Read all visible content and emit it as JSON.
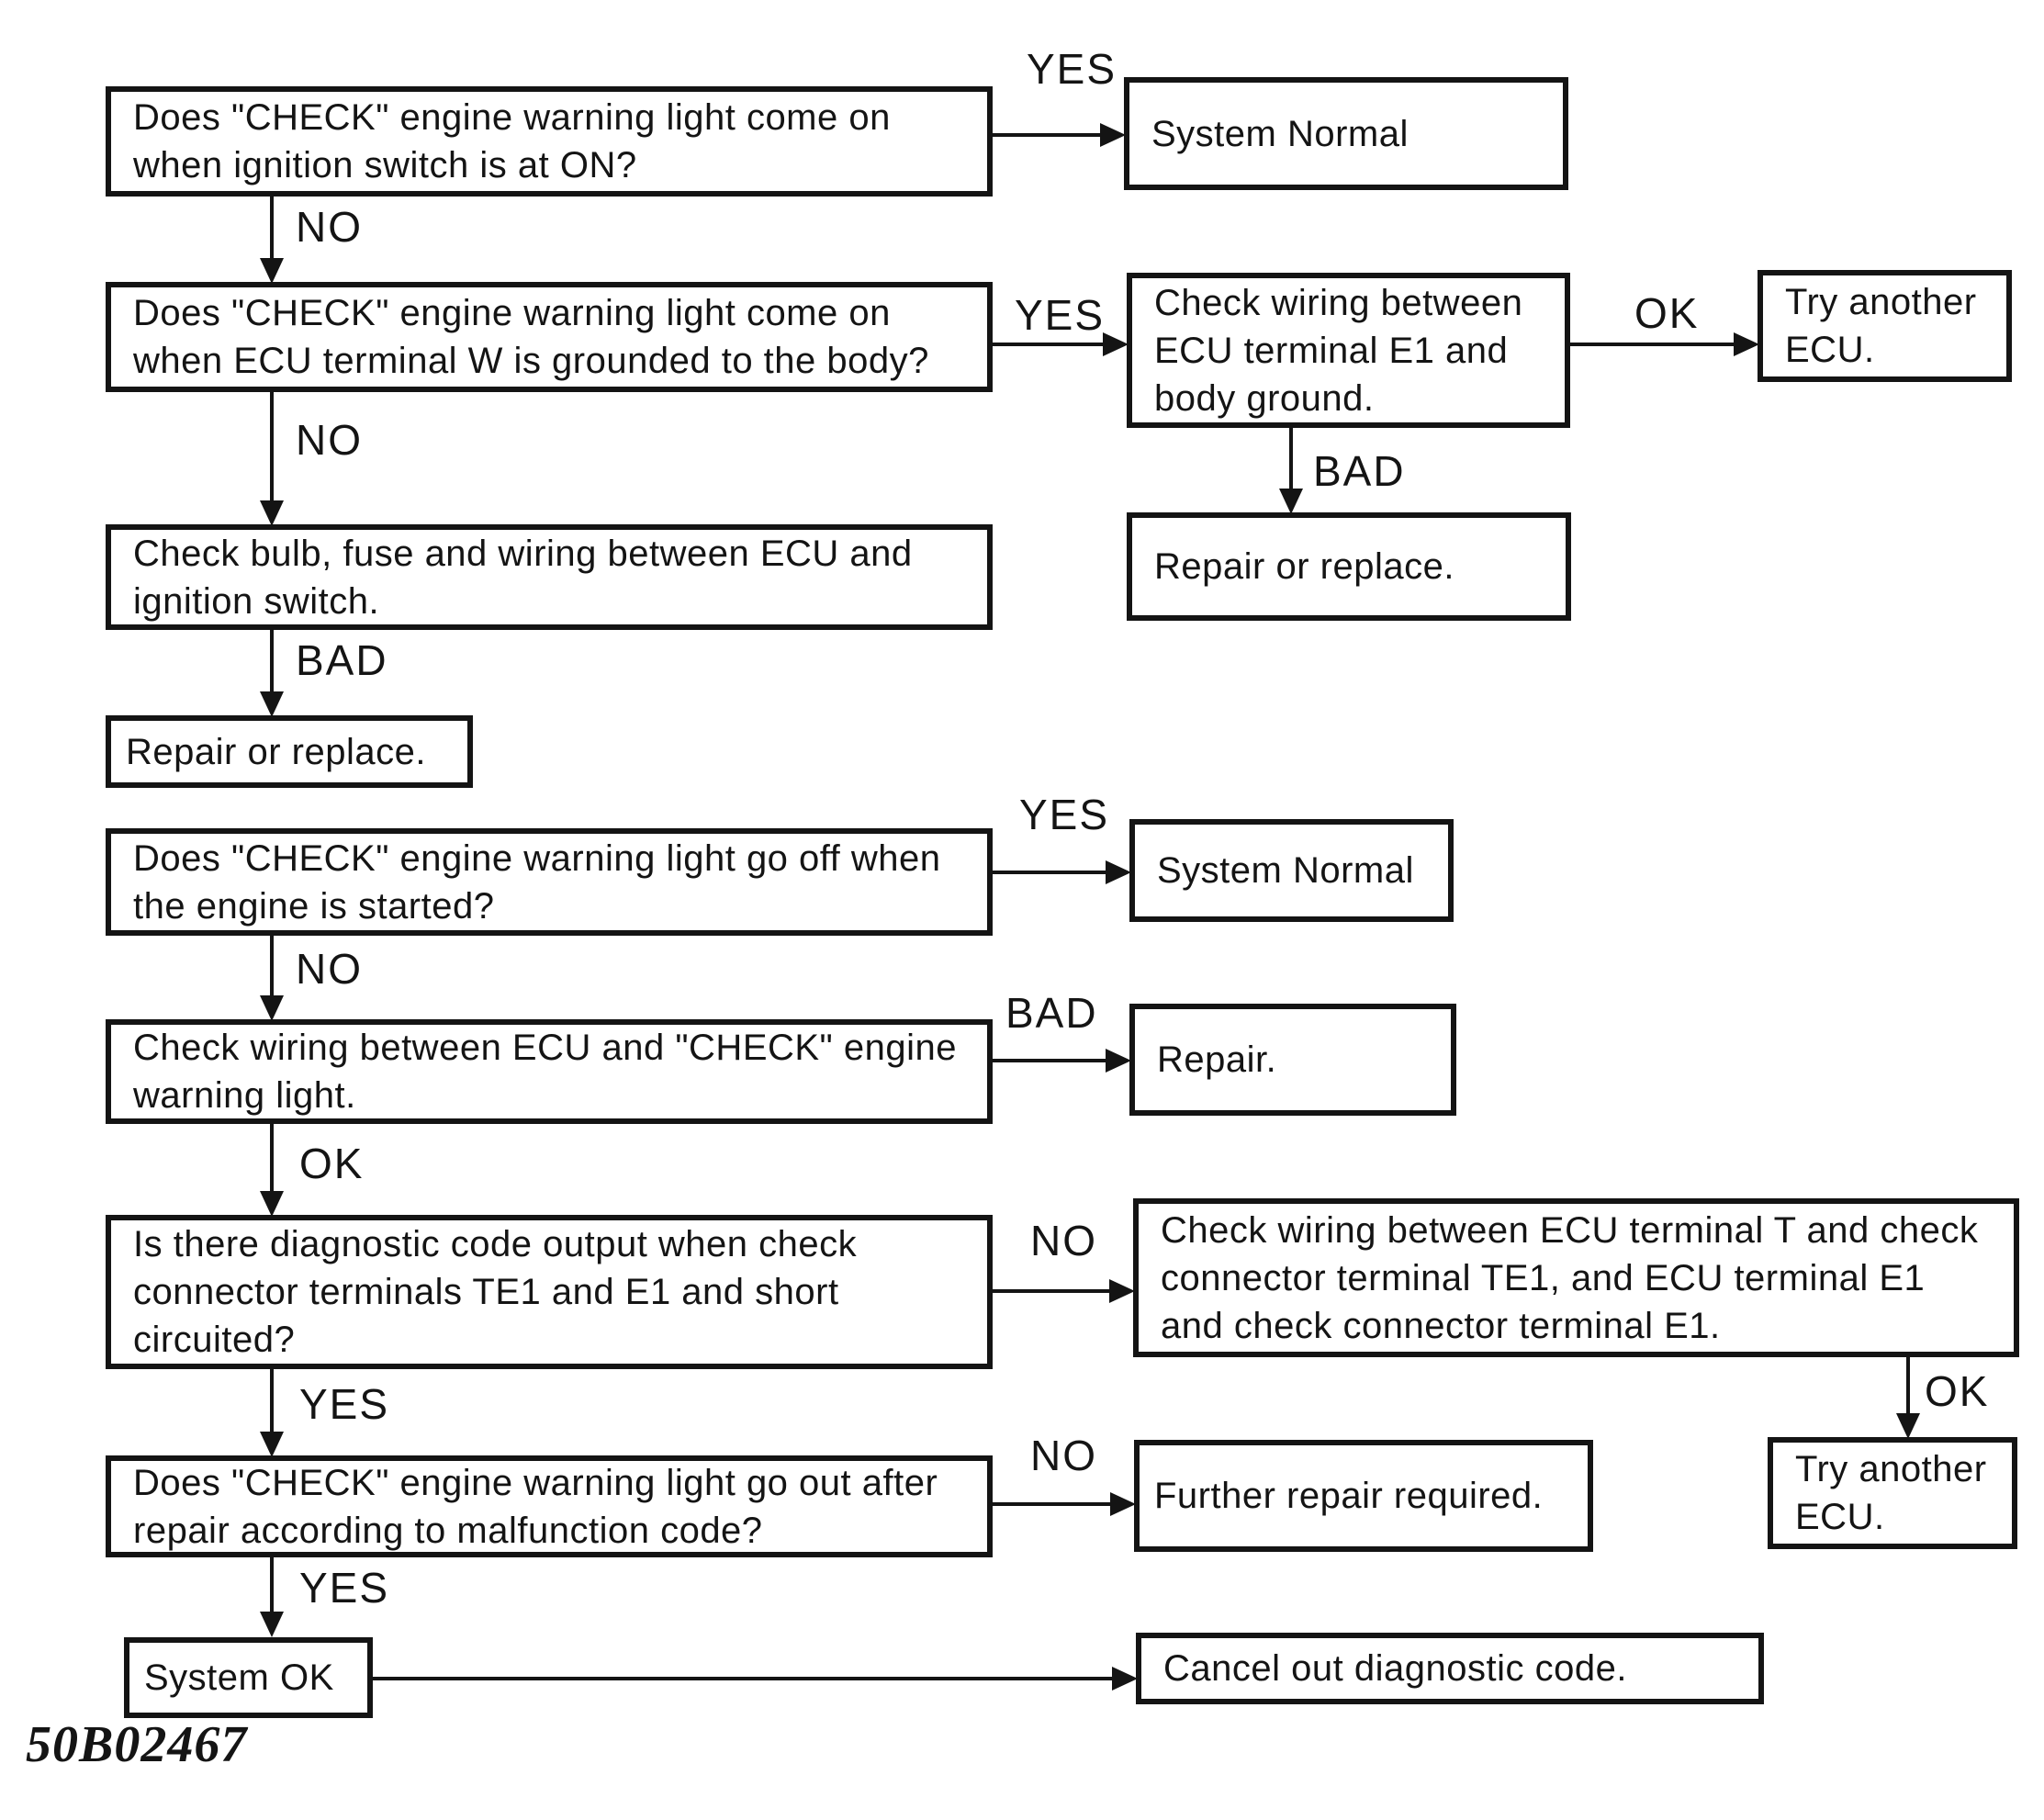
{
  "figure_code": "50B02467",
  "colors": {
    "ink": "#141414",
    "paper": "#ffffff"
  },
  "edge_labels": {
    "yes": "YES",
    "no": "NO",
    "ok": "OK",
    "bad": "BAD"
  },
  "nodes": {
    "q_ignition_on": "Does \"CHECK\" engine warning light come on when ignition switch is at ON?",
    "system_normal_1": "System Normal",
    "q_terminal_w_grounded": "Does \"CHECK\" engine warning light come on when ECU terminal W is grounded to the body?",
    "check_wiring_e1_ground": "Check wiring between ECU terminal E1 and body ground.",
    "try_another_ecu_1": "Try another ECU.",
    "repair_or_replace_right": "Repair or replace.",
    "check_bulb_fuse": "Check bulb, fuse and wiring between ECU and ignition switch.",
    "repair_or_replace_left": "Repair or replace.",
    "q_light_off_started": "Does \"CHECK\" engine warning light go off when the engine is started?",
    "system_normal_2": "System Normal",
    "check_wiring_ecu_light": "Check wiring between ECU and \"CHECK\" engine warning light.",
    "repair": "Repair.",
    "q_diagnostic_code_output": "Is there diagnostic code output when check connector terminals TE1 and E1 and short circuited?",
    "check_wiring_t_te1_e1": "Check wiring between ECU terminal T and check connector terminal TE1, and ECU terminal E1 and check connector terminal E1.",
    "q_light_out_after_repair": "Does \"CHECK\" engine warning light go out after repair according to malfunction code?",
    "further_repair_required": "Further repair required.",
    "try_another_ecu_2": "Try another ECU.",
    "system_ok": "System OK",
    "cancel_diagnostic_code": "Cancel out diagnostic code."
  }
}
